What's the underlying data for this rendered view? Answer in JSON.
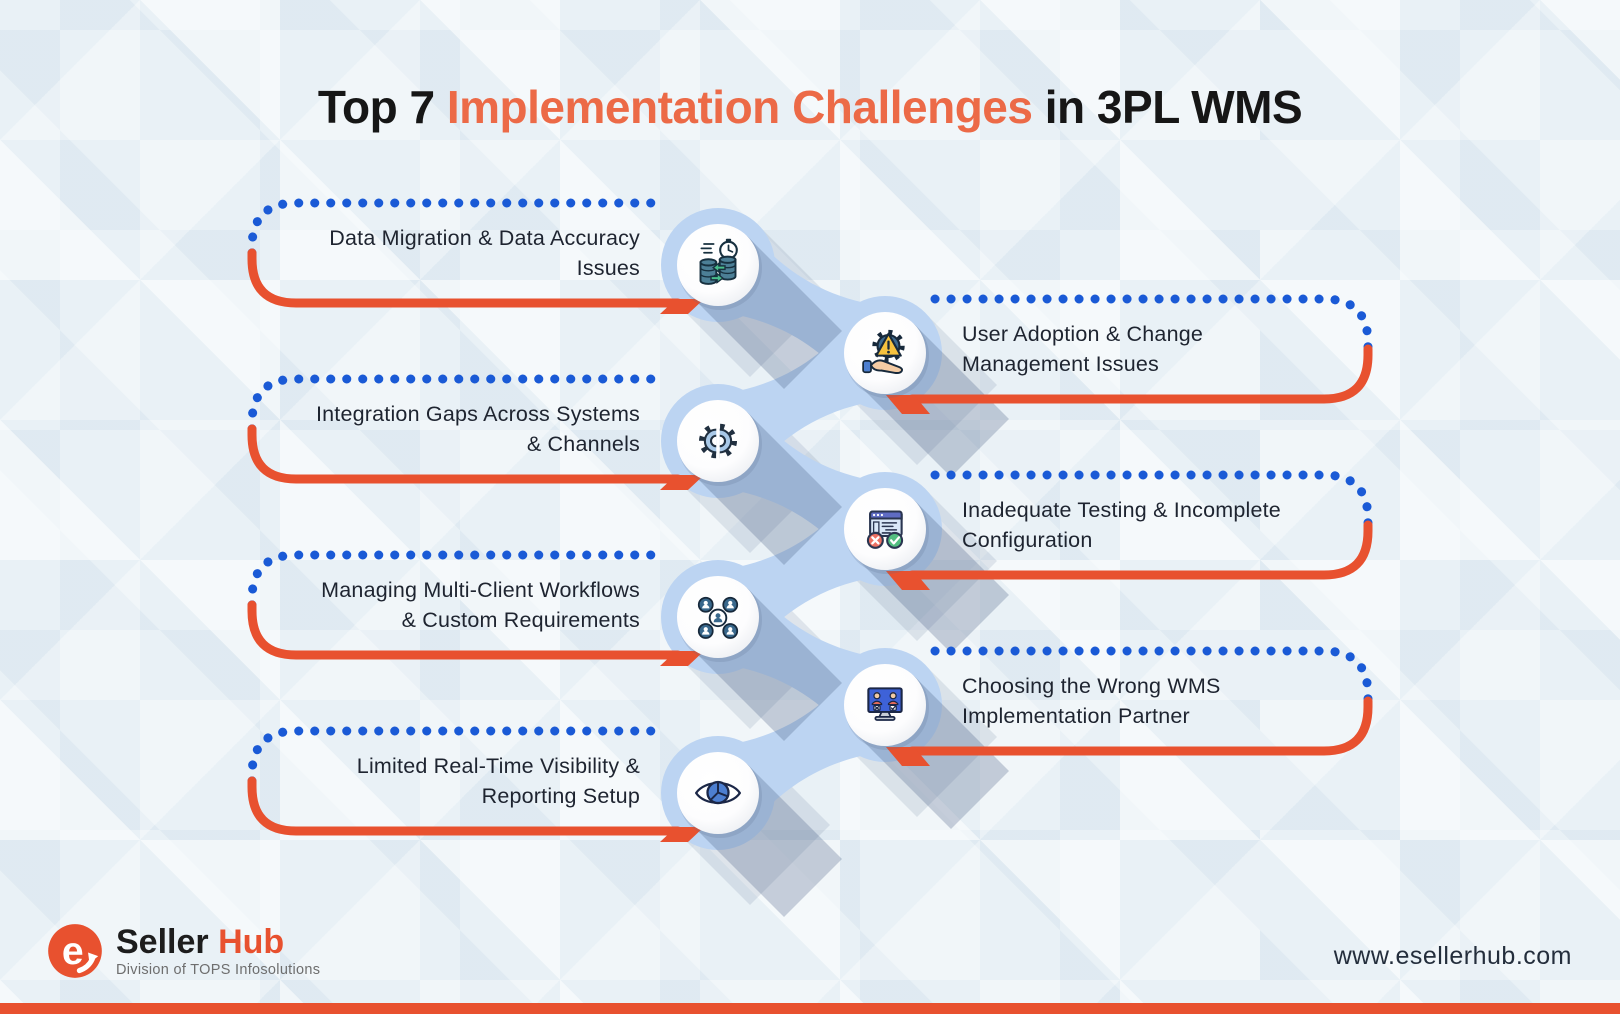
{
  "title": {
    "prefix": "Top 7 ",
    "highlight": "Implementation Challenges",
    "suffix": " in 3PL WMS"
  },
  "items": [
    {
      "side": "left",
      "icon": "data-migration-icon",
      "line1": "Data Migration & Data Accuracy",
      "line2": "Issues"
    },
    {
      "side": "right",
      "icon": "user-adoption-icon",
      "line1": "User Adoption & Change",
      "line2": "Management Issues"
    },
    {
      "side": "left",
      "icon": "integration-icon",
      "line1": "Integration Gaps Across Systems",
      "line2": "& Channels"
    },
    {
      "side": "right",
      "icon": "testing-icon",
      "line1": "Inadequate Testing & Incomplete",
      "line2": "Configuration"
    },
    {
      "side": "left",
      "icon": "multi-client-icon",
      "line1": "Managing Multi-Client Workflows",
      "line2": "& Custom Requirements"
    },
    {
      "side": "right",
      "icon": "wms-partner-icon",
      "line1": "Choosing the Wrong WMS",
      "line2": "Implementation Partner"
    },
    {
      "side": "left",
      "icon": "visibility-icon",
      "line1": "Limited Real-Time Visibility &",
      "line2": "Reporting Setup"
    }
  ],
  "footer": {
    "logo_letter": "e",
    "brand_black": "Seller",
    "brand_orange": "Hub",
    "tagline": "Division of TOPS Infosolutions",
    "website": "www.esellerhub.com"
  },
  "colors": {
    "accent_orange": "#E8512F",
    "title_orange": "#EC6A47",
    "dot_blue": "#1A5AD6",
    "chain_blue": "#BCD4F2"
  }
}
